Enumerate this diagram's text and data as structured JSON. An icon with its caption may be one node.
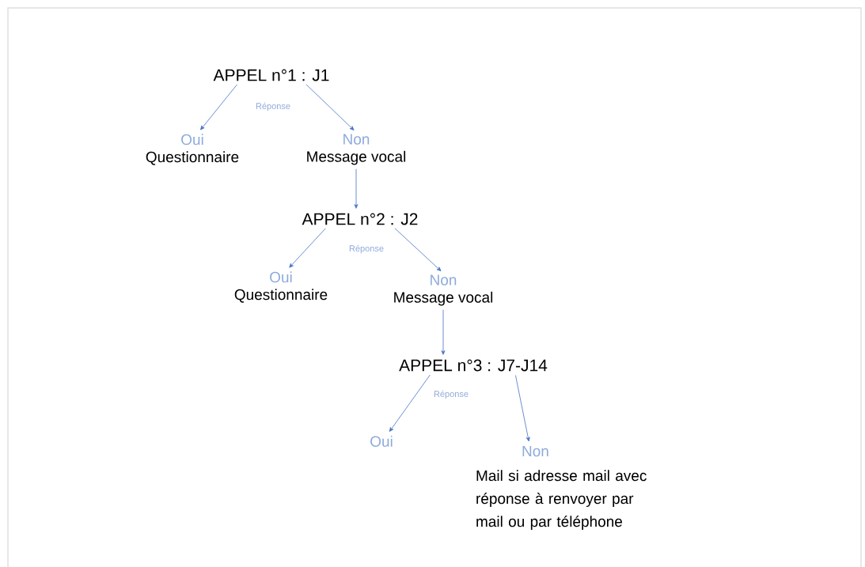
{
  "diagram": {
    "nodes": [
      {
        "text": [
          "APPEL n°1 : J1"
        ]
      },
      {
        "text": [
          "Oui",
          "Questionnaire"
        ]
      },
      {
        "text": [
          "Non",
          "Message vocal"
        ]
      },
      {
        "text": [
          "APPEL n°2 : J2"
        ]
      },
      {
        "text": [
          "Oui",
          "Questionnaire"
        ]
      },
      {
        "text": [
          "Non",
          "Message vocal"
        ]
      },
      {
        "text": [
          "APPEL n°3 : J7-J14"
        ]
      },
      {
        "text": [
          "Oui"
        ]
      },
      {
        "text": [
          "Non",
          "Mail si adresse mail avec réponse à renvoyer par mail ou par téléphone"
        ]
      }
    ],
    "edges": [
      {
        "from": 0,
        "to": 1,
        "arrow": "to"
      },
      {
        "from": 0,
        "to": 2,
        "arrow": "to"
      },
      {
        "from": 2,
        "to": 3,
        "arrow": "to"
      },
      {
        "from": 3,
        "to": 4,
        "arrow": "to"
      },
      {
        "from": 3,
        "to": 5,
        "arrow": "to"
      },
      {
        "from": 5,
        "to": 6,
        "arrow": "to"
      },
      {
        "from": 6,
        "to": 7,
        "arrow": "to"
      },
      {
        "from": 6,
        "to": 8,
        "arrow": "to"
      }
    ],
    "labels": [
      "Réponse",
      "Réponse",
      "Réponse"
    ]
  }
}
